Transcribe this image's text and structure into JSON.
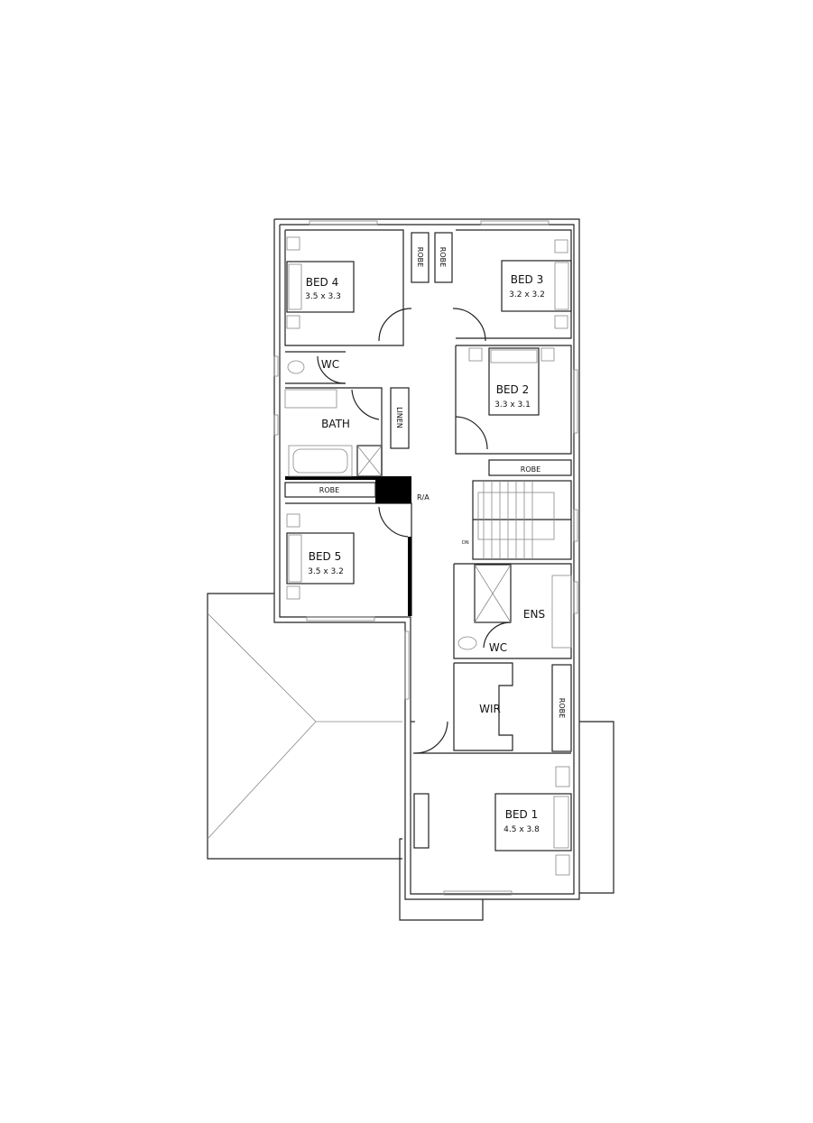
{
  "plan": {
    "rooms": {
      "bed4": {
        "name": "BED 4",
        "size": "3.5 x 3.3"
      },
      "bed3": {
        "name": "BED 3",
        "size": "3.2 x 3.2"
      },
      "bed2": {
        "name": "BED 2",
        "size": "3.3 x 3.1"
      },
      "bed5": {
        "name": "BED 5",
        "size": "3.5 x 3.2"
      },
      "bed1": {
        "name": "BED 1",
        "size": "4.5 x 3.8"
      },
      "wc_upper": "WC",
      "bath": "BATH",
      "linen": "LINEN",
      "robe_bed4": "ROBE",
      "robe_bed3": "ROBE",
      "robe_bed2": "ROBE",
      "robe_bath": "ROBE",
      "robe_bed1": "ROBE",
      "ens": "ENS",
      "wc_ens": "WC",
      "wir": "WIR"
    },
    "annotations": {
      "ra": "R/A",
      "dn": "DN"
    },
    "colors": {
      "wall": "#222222",
      "fixture": "#888888",
      "solid": "#000000"
    }
  }
}
